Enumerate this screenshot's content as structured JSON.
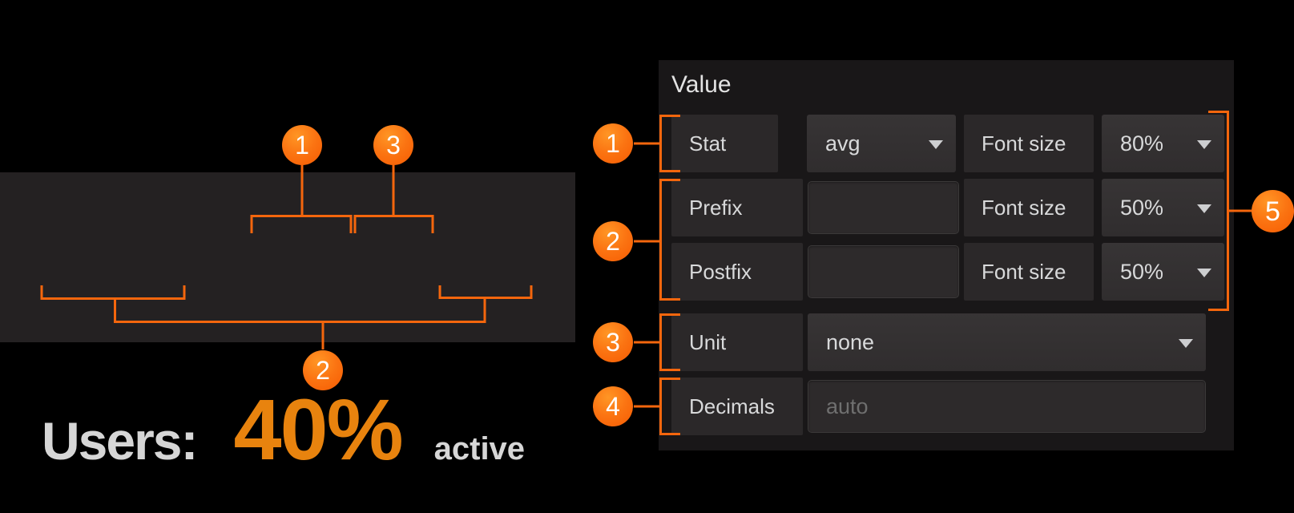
{
  "preview": {
    "prefix_text": "Users:",
    "value_text": "40%",
    "postfix_text": "active"
  },
  "options_panel": {
    "title": "Value",
    "stat_row": {
      "label": "Stat",
      "stat_value": "avg",
      "font_size_label": "Font size",
      "font_size_value": "80%"
    },
    "prefix_row": {
      "label": "Prefix",
      "input_value": "",
      "input_placeholder": "",
      "font_size_label": "Font size",
      "font_size_value": "50%"
    },
    "postfix_row": {
      "label": "Postfix",
      "input_value": "",
      "input_placeholder": "",
      "font_size_label": "Font size",
      "font_size_value": "50%"
    },
    "unit_row": {
      "label": "Unit",
      "unit_value": "none"
    },
    "decimals_row": {
      "label": "Decimals",
      "input_value": "",
      "input_placeholder": "auto"
    }
  },
  "callouts": {
    "c1": "1",
    "c2": "2",
    "c3": "3",
    "c4": "4",
    "c5": "5"
  },
  "colors": {
    "accent": "#f4660d",
    "value_orange": "#e8830e",
    "preview_text": "#d6d6d6",
    "panel_bg_left": "#242122",
    "panel_bg_right": "#191718",
    "cell_bg": "#2b2829",
    "control_bg": "#333031",
    "form_text": "#d8d9da",
    "placeholder": "#6f6f6f"
  }
}
